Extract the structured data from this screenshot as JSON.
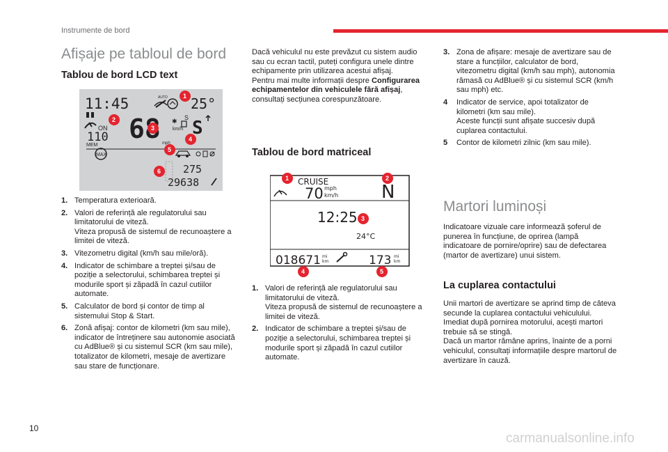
{
  "colors": {
    "accent": "#e4242f",
    "title_gray": "#8a8c8e"
  },
  "header": {
    "section": "Instrumente de bord"
  },
  "page_title": "Afișaje pe tabloul de bord",
  "lcd": {
    "subtitle": "Tablou de bord LCD text",
    "screen": {
      "time": "11:45",
      "temperature": "25°",
      "auto_label": "AUTO",
      "gear_hint": "S",
      "on_label": "ON",
      "speed_limit_value": "110",
      "mem_label": "MEM",
      "max_label": "MAX",
      "speed": "68",
      "speed_unit": "km/h",
      "mph_label": "mph",
      "gear": "S",
      "trip": "275",
      "odometer": "29638"
    },
    "items": [
      {
        "n": "1.",
        "lines": [
          "Temperatura exterioară."
        ]
      },
      {
        "n": "2.",
        "lines": [
          "Valori de referință ale regulatorului sau limitatorului de viteză.",
          "Viteza propusă de sistemul de recunoaștere a limitei de viteză."
        ]
      },
      {
        "n": "3.",
        "lines": [
          "Vitezometru digital (km/h sau mile/oră)."
        ]
      },
      {
        "n": "4.",
        "lines": [
          "Indicator de schimbare a treptei și/sau de poziție a selectorului, schimbarea treptei și modurile sport și zăpadă în cazul cutiilor automate."
        ]
      },
      {
        "n": "5.",
        "lines": [
          "Calculator de bord și contor de timp al sistemului Stop & Start."
        ]
      },
      {
        "n": "6.",
        "lines": [
          "Zonă afișaj: contor de kilometri (km sau mile), indicator de întreținere sau autonomie asociată cu AdBlue® și cu sistemul SCR (km sau mile), totalizator de kilometri, mesaje de avertizare sau stare de funcționare."
        ]
      }
    ]
  },
  "col2_intro": {
    "p1": "Dacă vehiculul nu este prevăzut cu sistem audio sau cu ecran tactil, puteți configura unele dintre echipamente prin utilizarea acestui afișaj.",
    "p2_start": "Pentru mai multe informații despre ",
    "p2_bold": "Configurarea echipamentelor din vehiculele fără afișaj",
    "p2_end": ", consultați secțiunea corespunzătoare."
  },
  "matrix": {
    "subtitle": "Tablou de bord matriceal",
    "screen": {
      "cruise": "CRUISE",
      "speed": "70",
      "unit_top": "mph",
      "unit_bottom": "km/h",
      "gear": "N",
      "time": "12:25",
      "temp": "24°C",
      "odometer": "018671",
      "odo_unit_top": "mi",
      "odo_unit_bottom": "km",
      "trip": "173",
      "trip_unit_top": "mi",
      "trip_unit_bottom": "km"
    },
    "items": [
      {
        "n": "1.",
        "lines": [
          "Valori de referință ale regulatorului sau limitatorului de viteză.",
          "Viteza propusă de sistemul de recunoaștere a limitei de viteză."
        ]
      },
      {
        "n": "2.",
        "lines": [
          "Indicator de schimbare a treptei și/sau de poziție a selectorului, schimbarea treptei și modurile sport și zăpadă în cazul cutiilor automate."
        ]
      }
    ]
  },
  "col3_items": [
    {
      "n": "3.",
      "lines": [
        "Zona de afișare: mesaje de avertizare sau de stare a funcțiilor, calculator de bord, vitezometru digital (km/h sau mph), autonomia rămasă cu AdBlue® și cu sistemul SCR (km/h sau mph) etc."
      ]
    },
    {
      "n": "4",
      "lines": [
        "Indicator de service, apoi totalizator de kilometri (km sau mile).",
        "Aceste funcții sunt afișate succesiv după cuplarea contactului."
      ]
    },
    {
      "n": "5",
      "lines": [
        "Contor de kilometri zilnic (km sau mile)."
      ]
    }
  ],
  "martori": {
    "title": "Martori luminoși",
    "intro": "Indicatoare vizuale care informează șoferul de punerea în funcțiune, de oprirea (lampă indicatoare de pornire/oprire) sau de defectarea (martor de avertizare) unui sistem.",
    "subtitle": "La cuplarea contactului",
    "p1": "Unii martori de avertizare se aprind timp de câteva secunde la cuplarea contactului vehiculului.",
    "p2": "Imediat după pornirea motorului, acești martori trebuie să se stingă.",
    "p3": "Dacă un martor rămâne aprins, înainte de a porni vehiculul, consultați informațiile despre martorul de avertizare în cauză."
  },
  "footer": {
    "page_number": "10",
    "watermark": "carmanualsonline.info"
  }
}
